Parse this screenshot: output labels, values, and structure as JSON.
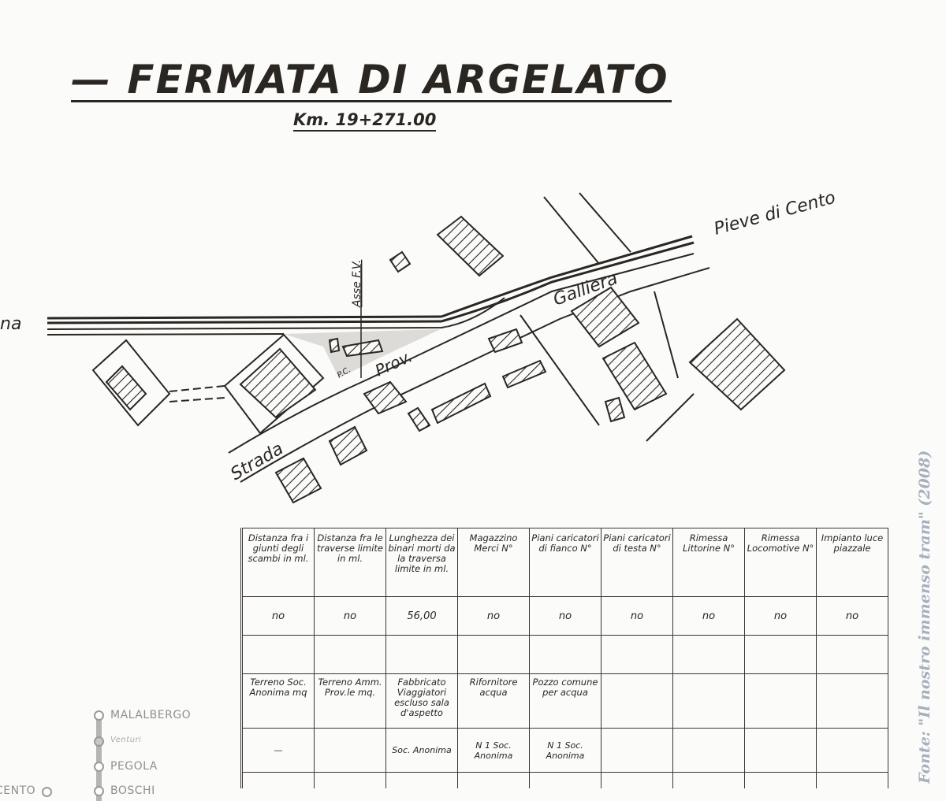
{
  "header": {
    "title": "— FERMATA DI ARGELATO",
    "km": "Km. 19+271.00"
  },
  "map": {
    "labels": {
      "pieve": "Pieve di Cento",
      "galliera": "Galliera",
      "prov": "Prov.",
      "strada": "Strada",
      "asse": "Asse F.V.",
      "left_edge": "na",
      "pc": "P.C."
    }
  },
  "table": {
    "headers": [
      "Distanza fra i giunti degli scambi in ml.",
      "Distanza fra le traverse limite in ml.",
      "Lunghezza dei binari morti da la traversa limite in ml.",
      "Magazzino Merci N°",
      "Piani caricatori di fianco N°",
      "Piani caricatori di testa N°",
      "Rimessa Littorine N°",
      "Rimessa Locomotive N°",
      "Impianto luce piazzale"
    ],
    "values": [
      "no",
      "no",
      "56,00",
      "no",
      "no",
      "no",
      "no",
      "no",
      "no"
    ],
    "headers2": [
      "Terreno Soc. Anonima mq",
      "Terreno Amm. Prov.le mq.",
      "Fabbricato Viaggiatori escluso sala d'aspetto",
      "Rifornitore acqua",
      "Pozzo comune per acqua",
      "",
      "",
      "",
      ""
    ],
    "values2": [
      "—",
      "",
      "Soc. Anonima",
      "N 1 Soc. Anonima",
      "N 1 Soc. Anonima",
      "",
      "",
      "",
      ""
    ]
  },
  "route_overlay": {
    "stops": [
      "MALALBERGO",
      "Venturi",
      "PEGOLA",
      "BOSCHI",
      "CENTO"
    ]
  },
  "source": "Fonte: \"Il nostro immenso tram\" (2008)",
  "colors": {
    "ink": "#2a2622",
    "paper": "#fbfbf9",
    "watermark": "#a7b0bd",
    "route": "#9a9a9a"
  }
}
